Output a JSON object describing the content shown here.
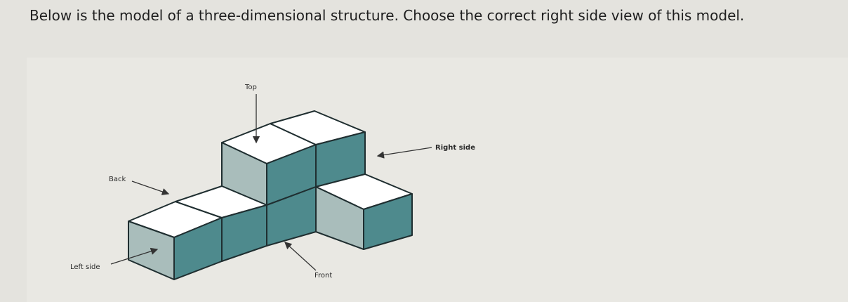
{
  "question": {
    "text": "Below is the model of a three-dimensional structure. Choose the correct right side view of this model."
  },
  "figure": {
    "labels": {
      "top": "Top",
      "back": "Back",
      "left_side": "Left side",
      "right_side": "Right side",
      "front": "Front"
    }
  },
  "colors": {
    "cube_top": "#ffffff",
    "cube_side_light": "#a9bdbb",
    "cube_side_dark": "#4e8a8d",
    "edge": "#1f2e30",
    "page_background": "#e4e3de"
  }
}
